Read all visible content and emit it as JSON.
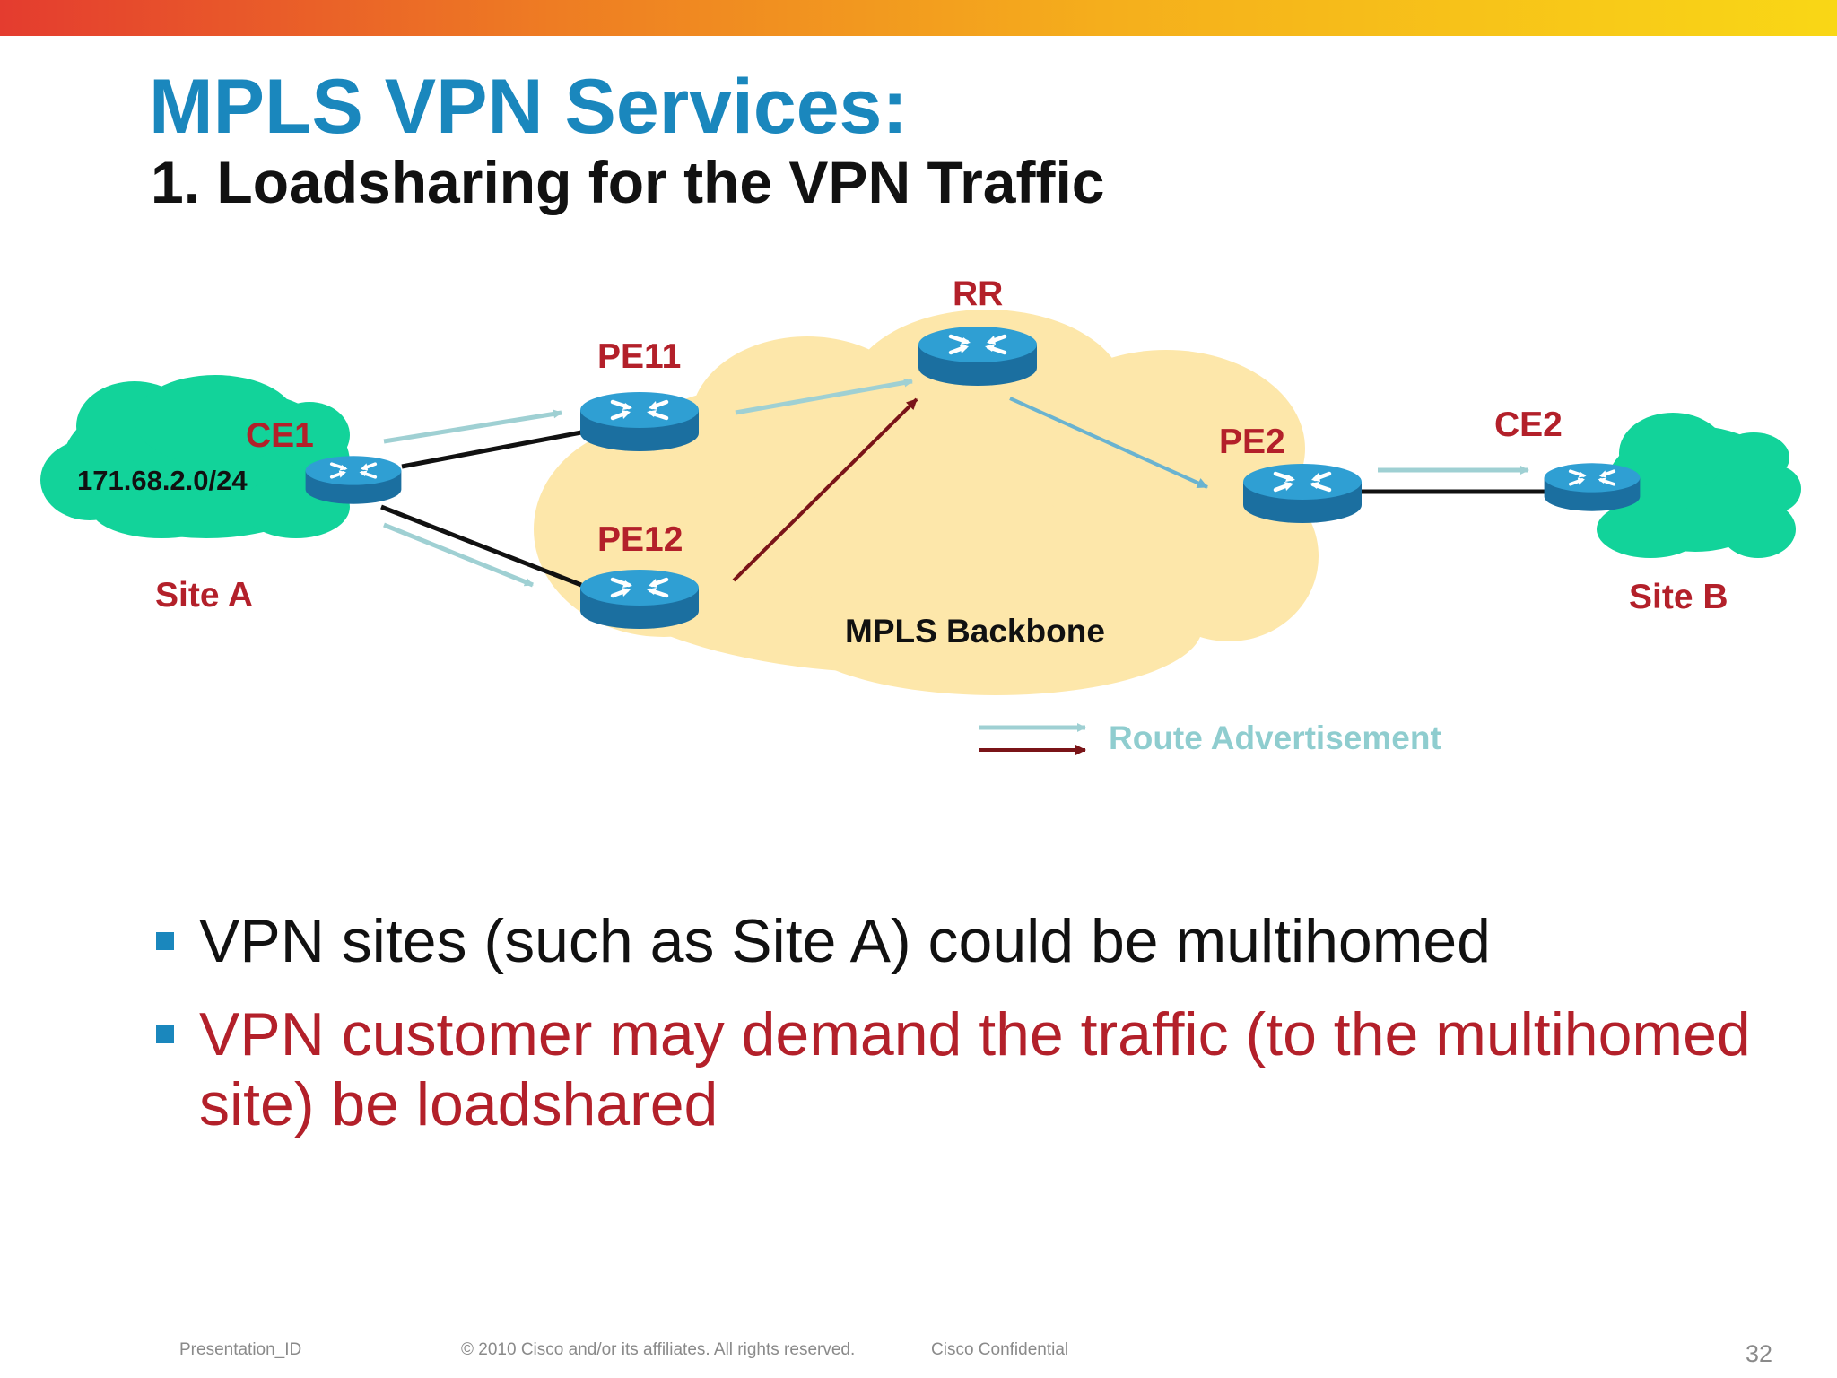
{
  "slide": {
    "title": "MPLS VPN Services:",
    "subtitle": "1. Loadsharing for the VPN Traffic"
  },
  "diagram": {
    "nodes": {
      "rr": "RR",
      "pe11": "PE11",
      "pe12": "PE12",
      "pe2": "PE2",
      "ce1": "CE1",
      "ce2": "CE2"
    },
    "site_a": {
      "label": "Site A",
      "subnet": "171.68.2.0/24"
    },
    "site_b": {
      "label": "Site B"
    },
    "backbone_label": "MPLS Backbone",
    "legend": {
      "label": "Route Advertisement"
    },
    "colors": {
      "router_top": "#2f9fd3",
      "router_side": "#1b6fa0",
      "site_cloud": "#12d39a",
      "backbone_cloud": "#fde7aa",
      "route_adv_light": "#9fd0d3",
      "route_adv_blue": "#6ab3d0",
      "route_adv_dark": "#7a1418",
      "link": "#111111",
      "label_red": "#b3202a"
    }
  },
  "bullets": [
    "VPN sites (such as Site A) could be multihomed",
    "VPN customer may demand the traffic (to the multihomed site) be loadshared"
  ],
  "footer": {
    "presentation_id": "Presentation_ID",
    "copyright": "© 2010 Cisco and/or its affiliates. All rights reserved.",
    "confidential": "Cisco Confidential",
    "page_number": "32"
  }
}
